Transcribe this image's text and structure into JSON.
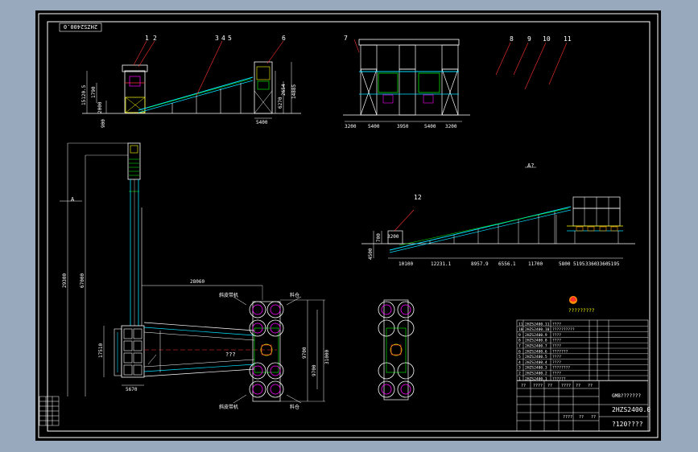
{
  "drawing": {
    "code_box": "2HZS2400.0",
    "view_label_a": "A",
    "view_label_a2": "A?",
    "callouts": [
      "1",
      "2",
      "3",
      "4",
      "5",
      "6",
      "7",
      "8",
      "9",
      "10",
      "11",
      "12"
    ]
  },
  "dims": {
    "side_left": [
      "15120.5",
      "1790",
      "2000",
      "900"
    ],
    "side_tower": [
      "6270",
      "2654",
      "14885",
      "5400"
    ],
    "front_bottom": [
      "3200",
      "5400",
      "3950",
      "5400",
      "3200"
    ],
    "plan_left": [
      "29300",
      "67000",
      "17510",
      "5670"
    ],
    "plan_top": "28060",
    "plan_right": [
      "9700",
      "9700",
      "31000"
    ],
    "plan_mid": "???",
    "side2_left": [
      "3200",
      "4500",
      "700"
    ],
    "side2_bottom": [
      "10100",
      "12231.1",
      "8957.9",
      "6556.1",
      "11700",
      "5800",
      "5195",
      "3360",
      "3360",
      "5195"
    ]
  },
  "plan_labels": {
    "top_left": "斜皮带机",
    "top_right": "料仓",
    "bottom_left": "斜皮带机",
    "bottom_right": "料仓"
  },
  "title_block": {
    "logo_text": "?????????",
    "company": "GMB???????",
    "drawing_no": "2HZS2400.0",
    "title": "?120????",
    "parts": [
      {
        "no": "11",
        "code": "2HZS2400.11",
        "name": "????"
      },
      {
        "no": "10",
        "code": "2HZS2400.10",
        "name": "??????????"
      },
      {
        "no": "9",
        "code": "2HZS2400.9",
        "name": "????"
      },
      {
        "no": "8",
        "code": "2HZS2400.8",
        "name": "????"
      },
      {
        "no": "7",
        "code": "2HZS2400.7",
        "name": "????"
      },
      {
        "no": "6",
        "code": "2HZS2400.6",
        "name": "???????"
      },
      {
        "no": "5",
        "code": "2HZS2400.5",
        "name": "????"
      },
      {
        "no": "4",
        "code": "2HZS2400.4",
        "name": "????"
      },
      {
        "no": "3",
        "code": "2HZS2400.3",
        "name": "????????"
      },
      {
        "no": "2",
        "code": "2HZS2400.2",
        "name": "????"
      },
      {
        "no": "1",
        "code": "2HZS2400.1",
        "name": "??????"
      }
    ],
    "sign_cells": [
      "??",
      "????",
      "??",
      "????",
      "??",
      "??"
    ],
    "scale_cells": [
      "????",
      "??",
      "??"
    ]
  },
  "colors": {
    "outline": "#ffffff",
    "cyan": "#00e0ff",
    "yellow": "#ffff00",
    "green": "#00ff00",
    "magenta": "#ff00ff",
    "red": "#ff3030",
    "blue": "#4060ff",
    "orange": "#ff9000"
  }
}
